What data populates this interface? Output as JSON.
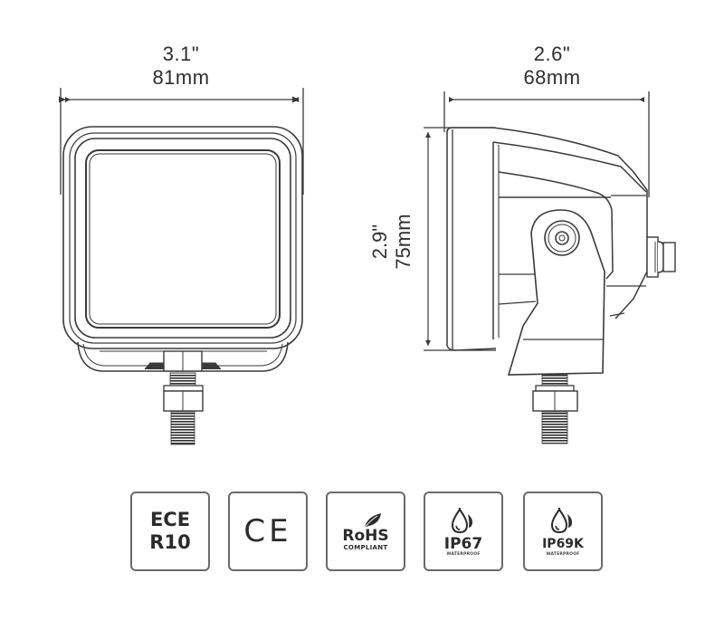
{
  "front_view": {
    "width_inch": "3.1\"",
    "width_mm": "81mm"
  },
  "side_view": {
    "depth_inch": "2.6\"",
    "depth_mm": "68mm",
    "height_inch": "2.9\"",
    "height_mm": "75mm"
  },
  "certifications": [
    {
      "id": "ece",
      "line1": "ECE",
      "line2": "R10"
    },
    {
      "id": "ce",
      "label": "CE"
    },
    {
      "id": "rohs",
      "label": "RoHS",
      "sub": "COMPLIANT",
      "icon": "leaf-icon"
    },
    {
      "id": "ip67",
      "label": "IP67",
      "sub": "WATERPROOF",
      "icon": "water-drop-icon"
    },
    {
      "id": "ip69k",
      "label": "IP69K",
      "sub": "WATERPROOF",
      "icon": "water-drop-icon"
    }
  ],
  "colors": {
    "line": "#3a3a3a",
    "background": "#ffffff"
  }
}
